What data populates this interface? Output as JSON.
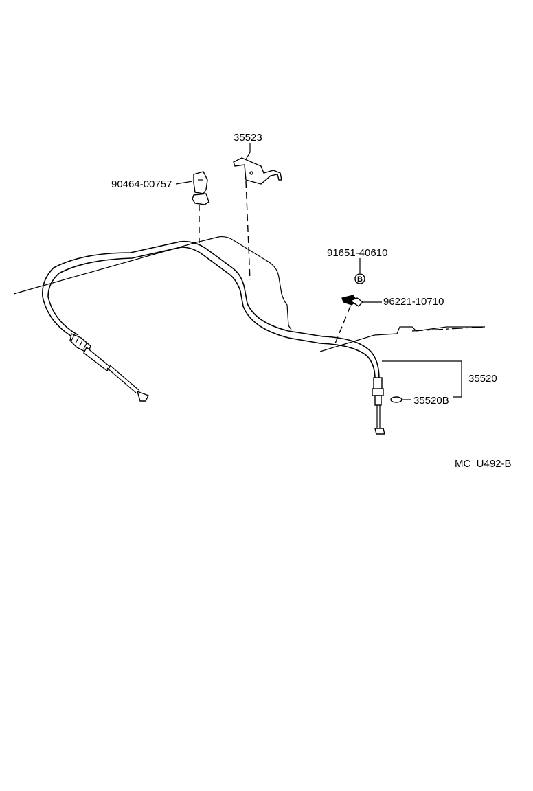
{
  "parts": {
    "bracket": "35523",
    "clamp": "90464-00757",
    "bolt": "91651-40610",
    "bolt_marker": "B",
    "cable_clamp": "96221-10710",
    "cable_assy": "35520",
    "sub_part": "35520B"
  },
  "diagram_code": "MC  U492-B"
}
